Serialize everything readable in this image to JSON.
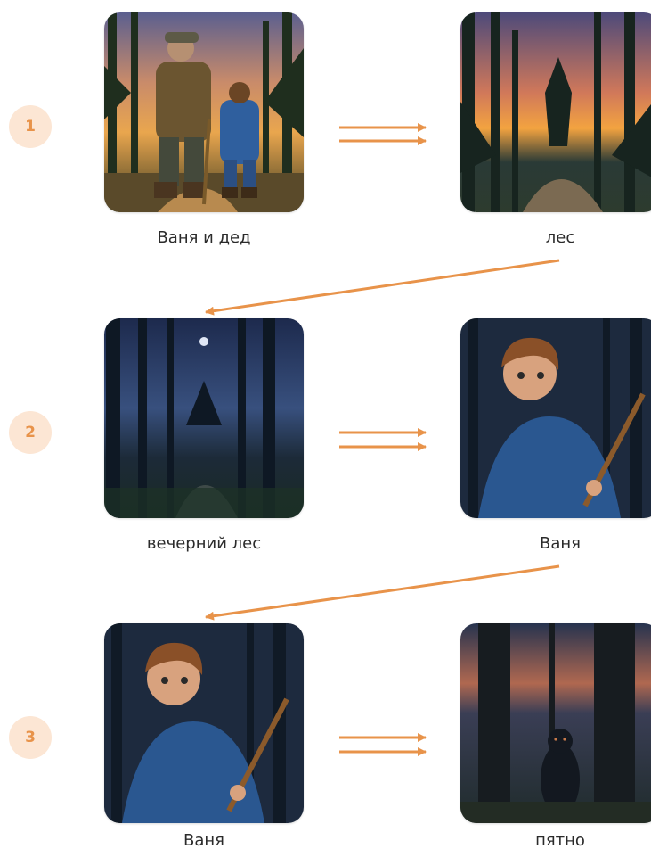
{
  "colors": {
    "accent": "#e8934a",
    "badge_bg": "#fce6d4"
  },
  "rows": [
    {
      "step": "1",
      "left": {
        "caption": "Ваня и дед",
        "scene": "grandfather-and-boy-in-sunset-forest"
      },
      "right": {
        "caption": "лес",
        "scene": "sunset-forest-path"
      }
    },
    {
      "step": "2",
      "left": {
        "caption": "вечерний лес",
        "scene": "night-forest-path"
      },
      "right": {
        "caption": "Ваня",
        "scene": "frightened-boy-with-stick"
      }
    },
    {
      "step": "3",
      "left": {
        "caption": "Ваня",
        "scene": "frightened-boy-with-stick"
      },
      "right": {
        "caption": "пятно",
        "scene": "dark-shadow-figure-in-forest"
      }
    }
  ]
}
